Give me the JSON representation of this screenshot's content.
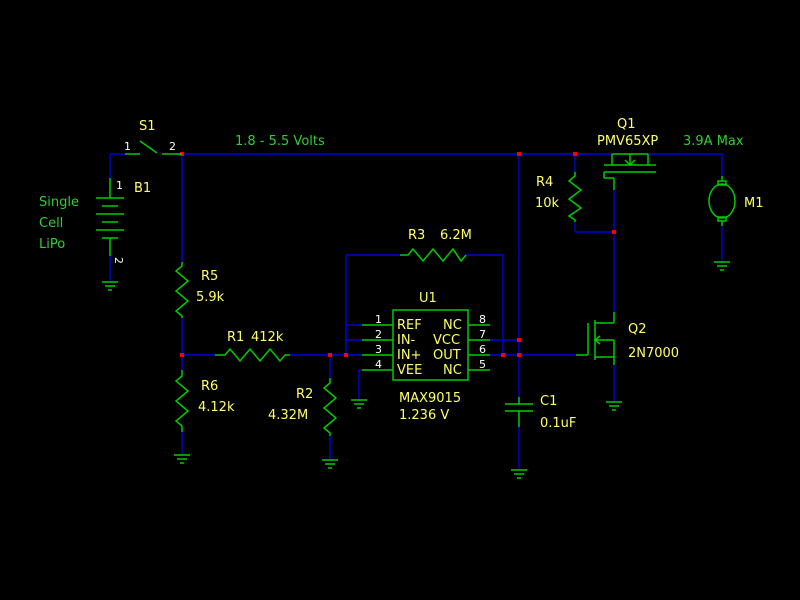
{
  "labels": {
    "supply": "1.8 - 5.5 Volts",
    "motor_rating": "3.9A Max",
    "battery_line1": "Single",
    "battery_line2": "Cell",
    "battery_line3": "LiPo"
  },
  "components": {
    "s1": {
      "ref": "S1",
      "pin1": "1",
      "pin2": "2"
    },
    "b1": {
      "ref": "B1",
      "pin1": "1",
      "pin2": "2"
    },
    "q1": {
      "ref": "Q1",
      "value": "PMV65XP"
    },
    "m1": {
      "ref": "M1"
    },
    "r4": {
      "ref": "R4",
      "value": "10k"
    },
    "r3": {
      "ref": "R3",
      "value": "6.2M"
    },
    "r5": {
      "ref": "R5",
      "value": "5.9k"
    },
    "r6": {
      "ref": "R6",
      "value": "4.12k"
    },
    "r1": {
      "ref": "R1",
      "value": "412k"
    },
    "r2": {
      "ref": "R2",
      "value": "4.32M"
    },
    "u1": {
      "ref": "U1",
      "part": "MAX9015",
      "note": "1.236 V",
      "pins_left": [
        {
          "num": "1",
          "name": "REF"
        },
        {
          "num": "2",
          "name": "IN-"
        },
        {
          "num": "3",
          "name": "IN+"
        },
        {
          "num": "4",
          "name": "VEE"
        }
      ],
      "pins_right": [
        {
          "num": "8",
          "name": "NC"
        },
        {
          "num": "7",
          "name": "VCC"
        },
        {
          "num": "6",
          "name": "OUT"
        },
        {
          "num": "5",
          "name": "NC"
        }
      ]
    },
    "c1": {
      "ref": "C1",
      "value": "0.1uF"
    },
    "q2": {
      "ref": "Q2",
      "value": "2N7000"
    }
  },
  "colors": {
    "background": "#000000",
    "wire": "#0000e0",
    "component": "#00cc00",
    "junction": "#ff0000",
    "text": "#ffff66",
    "pin_number": "#ffffff",
    "net_label": "#33cc33"
  }
}
